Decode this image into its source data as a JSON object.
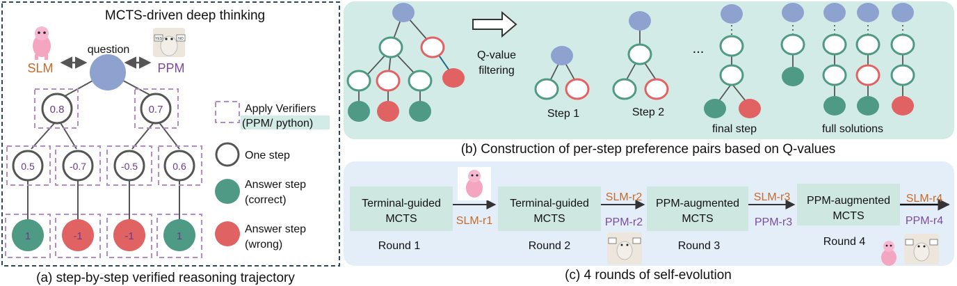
{
  "panel_a": {
    "title": "MCTS-driven deep thinking",
    "slm_label": "SLM",
    "ppm_label": "PPM",
    "question_label": "question",
    "tree_values": [
      "0.8",
      "0.7",
      "0.5",
      "-0.7",
      "-0.5",
      "0.6"
    ],
    "answer_values": [
      "1",
      "-1",
      "-1",
      "1"
    ],
    "legend": {
      "verifier_label_line1": "Apply Verifiers",
      "verifier_label_line2": "(PPM/ python)",
      "one_step": "One step",
      "answer_correct_line1": "Answer step",
      "answer_correct_line2": "(correct)",
      "answer_wrong_line1": "Answer step",
      "answer_wrong_line2": "(wrong)"
    },
    "caption": "(a) step-by-step verified reasoning trajectory",
    "ppm_sign_yes": "YES",
    "ppm_sign_no": "NO"
  },
  "panel_b": {
    "filter_label_line1": "Q-value",
    "filter_label_line2": "filtering",
    "step1": "Step 1",
    "step2": "Step 2",
    "ellipsis": "...",
    "final_step": "final step",
    "full_solutions": "full solutions",
    "caption": "(b) Construction of per-step preference pairs based on Q-values"
  },
  "panel_c": {
    "boxes": [
      {
        "line1": "Terminal-guided",
        "line2": "MCTS",
        "round": "Round 1"
      },
      {
        "line1": "Terminal-guided",
        "line2": "MCTS",
        "round": "Round 2"
      },
      {
        "line1": "PPM-augmented",
        "line2": "MCTS",
        "round": "Round 3"
      },
      {
        "line1": "PPM-augmented",
        "line2": "MCTS",
        "round": "Round 4"
      }
    ],
    "arrow_labels": {
      "a1_bottom": "SLM-r1",
      "a2_top": "SLM-r2",
      "a2_bottom": "PPM-r2",
      "a3_top": "SLM-r3",
      "a3_bottom": "PPM-r3",
      "a4_top": "SLM-r4",
      "a4_bottom": "PPM-r4"
    },
    "caption": "(c) 4 rounds of self-evolution"
  },
  "colors": {
    "blue_node": "#8ea2d0",
    "green": "#4e9a84",
    "red": "#e06262",
    "purple_dash": "#b08cc8",
    "slm_text": "#c56a2a",
    "ppm_text": "#7a4aa0",
    "panel_b_bg": "#d3ebe6",
    "panel_c_bg": "#e4eef8",
    "box_fill": "#cfe7e1",
    "value_text": "#6a3a8a"
  }
}
